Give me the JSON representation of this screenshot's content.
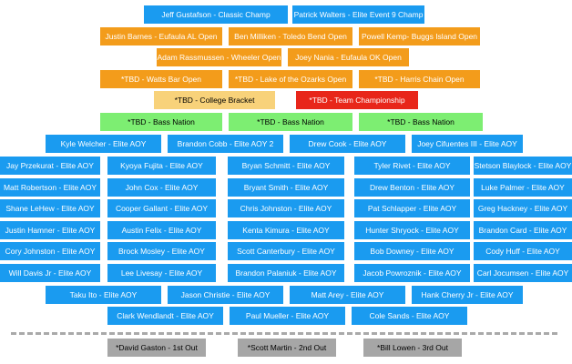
{
  "colors": {
    "champ": "#1a9bf0",
    "open": "#f39c1b",
    "college": "#f8d27a",
    "team": "#e8261a",
    "bass_nation": "#7dee72",
    "aoy": "#1a9bf0",
    "out": "#a6a6a6"
  },
  "rows": [
    [
      "Jeff Gustafson - Classic Champ",
      "Patrick Walters - Elite Event 9 Champ"
    ],
    [
      "Justin Barnes - Eufaula AL Open",
      "Ben Milliken - Toledo Bend Open",
      "Powell Kemp- Buggs Island Open"
    ],
    [
      "Adam Rassmussen - Wheeler Open",
      "Joey Nania - Eufaula OK Open"
    ],
    [
      "*TBD - Watts Bar Open",
      "*TBD - Lake of the Ozarks Open",
      "*TBD - Harris Chain Open"
    ],
    [
      "*TBD - College Bracket",
      "*TBD - Team Championship"
    ],
    [
      "*TBD - Bass Nation",
      "*TBD - Bass Nation",
      "*TBD - Bass Nation"
    ],
    [
      "Kyle Welcher - Elite AOY",
      "Brandon Cobb - Elite AOY 2",
      "Drew Cook - Elite AOY",
      "Joey Cifuentes III - Elite AOY"
    ],
    [
      "Jay Przekurat - Elite AOY",
      "Kyoya Fujita - Elite AOY",
      "Bryan Schmitt - Elite AOY",
      "Tyler Rivet - Elite AOY",
      "Stetson Blaylock - Elite AOY"
    ],
    [
      "Matt Robertson - Elite AOY",
      "John Cox - Elite AOY",
      "Bryant Smith - Elite AOY",
      "Drew Benton - Elite AOY",
      "Luke Palmer - Elite AOY"
    ],
    [
      "Shane LeHew - Elite AOY",
      "Cooper Gallant - Elite AOY",
      "Chris Johnston - Elite AOY",
      "Pat Schlapper - Elite AOY",
      "Greg Hackney - Elite AOY"
    ],
    [
      "Justin Hamner - Elite AOY",
      "Austin Felix - Elite AOY",
      "Kenta Kimura - Elite AOY",
      "Hunter Shryock - Elite AOY",
      "Brandon Card - Elite AOY"
    ],
    [
      "Cory Johnston - Elite AOY",
      "Brock Mosley - Elite AOY",
      "Scott Canterbury - Elite AOY",
      "Bob Downey - Elite AOY",
      "Cody Huff - Elite AOY"
    ],
    [
      "Will Davis Jr - Elite AOY",
      "Lee Livesay - Elite AOY",
      "Brandon Palaniuk - Elite AOY",
      "Jacob Powroznik - Elite AOY",
      "Carl Jocumsen - Elite AOY"
    ],
    [
      "Taku Ito - Elite AOY",
      "Jason Christie - Elite  AOY",
      "Matt Arey - Elite AOY",
      "Hank Cherry Jr - Elite AOY"
    ],
    [
      "Clark Wendlandt - Elite AOY",
      "Paul Mueller - Elite AOY",
      "Cole Sands - Elite AOY"
    ]
  ],
  "out": [
    "*David Gaston - 1st Out",
    "*Scott Martin - 2nd Out",
    "*Bill Lowen - 3rd Out"
  ]
}
